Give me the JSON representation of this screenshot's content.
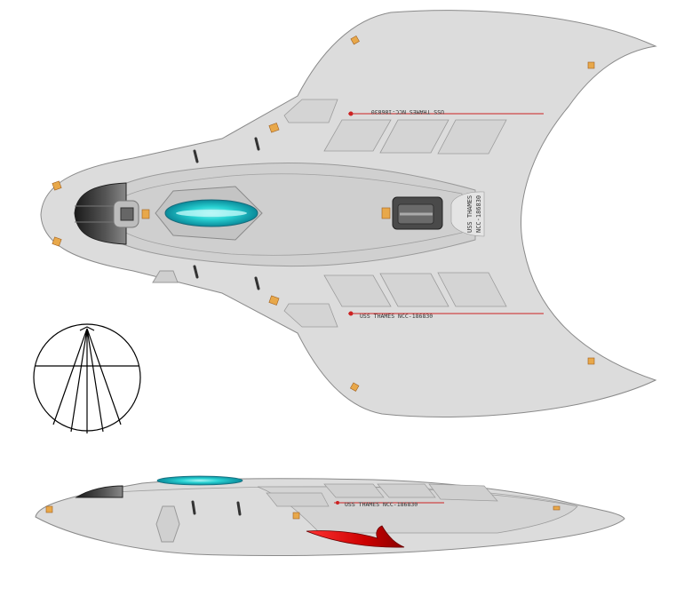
{
  "top_view": {
    "registration_upper": "USS THAMES NCC-186830",
    "registration_lower": "USS THAMES NCC-186830",
    "registration_stern_name": "USS THAMES",
    "registration_stern_number": "NCC-186830"
  },
  "side_view": {
    "registration": "USS THAMES NCC-186830"
  },
  "colors": {
    "hull": "#dcdcdc",
    "hull_dark": "#c8c8c8",
    "outline": "#8a8a8a",
    "deflector": "#2ad4d4",
    "marker": "#e8a84a",
    "stripe": "#cc2222",
    "nacelle_red": "#dd1111",
    "cockpit": "#3a3a3a"
  }
}
